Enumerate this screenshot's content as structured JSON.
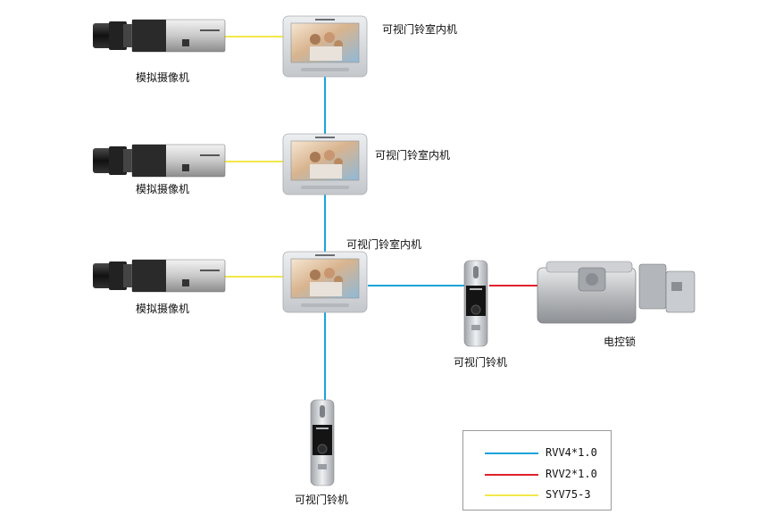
{
  "colors": {
    "rvv4": "#1aa3d9",
    "rvv2": "#e0202a",
    "syv75": "#f2e84a",
    "device_body": "#d9dbde"
  },
  "labels": {
    "camera_1": "模拟摄像机",
    "camera_2": "模拟摄像机",
    "camera_3": "模拟摄像机",
    "monitor_1": "可视门铃室内机",
    "monitor_2": "可视门铃室内机",
    "monitor_3": "可视门铃室内机",
    "doorbell_right": "可视门铃机",
    "doorbell_bottom": "可视门铃机",
    "lock": "电控锁"
  },
  "icons": {
    "camera": "box-camera-icon",
    "monitor": "indoor-monitor-icon",
    "doorbell": "door-station-icon",
    "lock": "electric-lock-icon"
  },
  "legend": {
    "items": [
      {
        "label": "RVV4*1.0",
        "color": "#1aa3d9"
      },
      {
        "label": "RVV2*1.0",
        "color": "#e0202a"
      },
      {
        "label": "SYV75-3",
        "color": "#f2e84a"
      }
    ]
  }
}
